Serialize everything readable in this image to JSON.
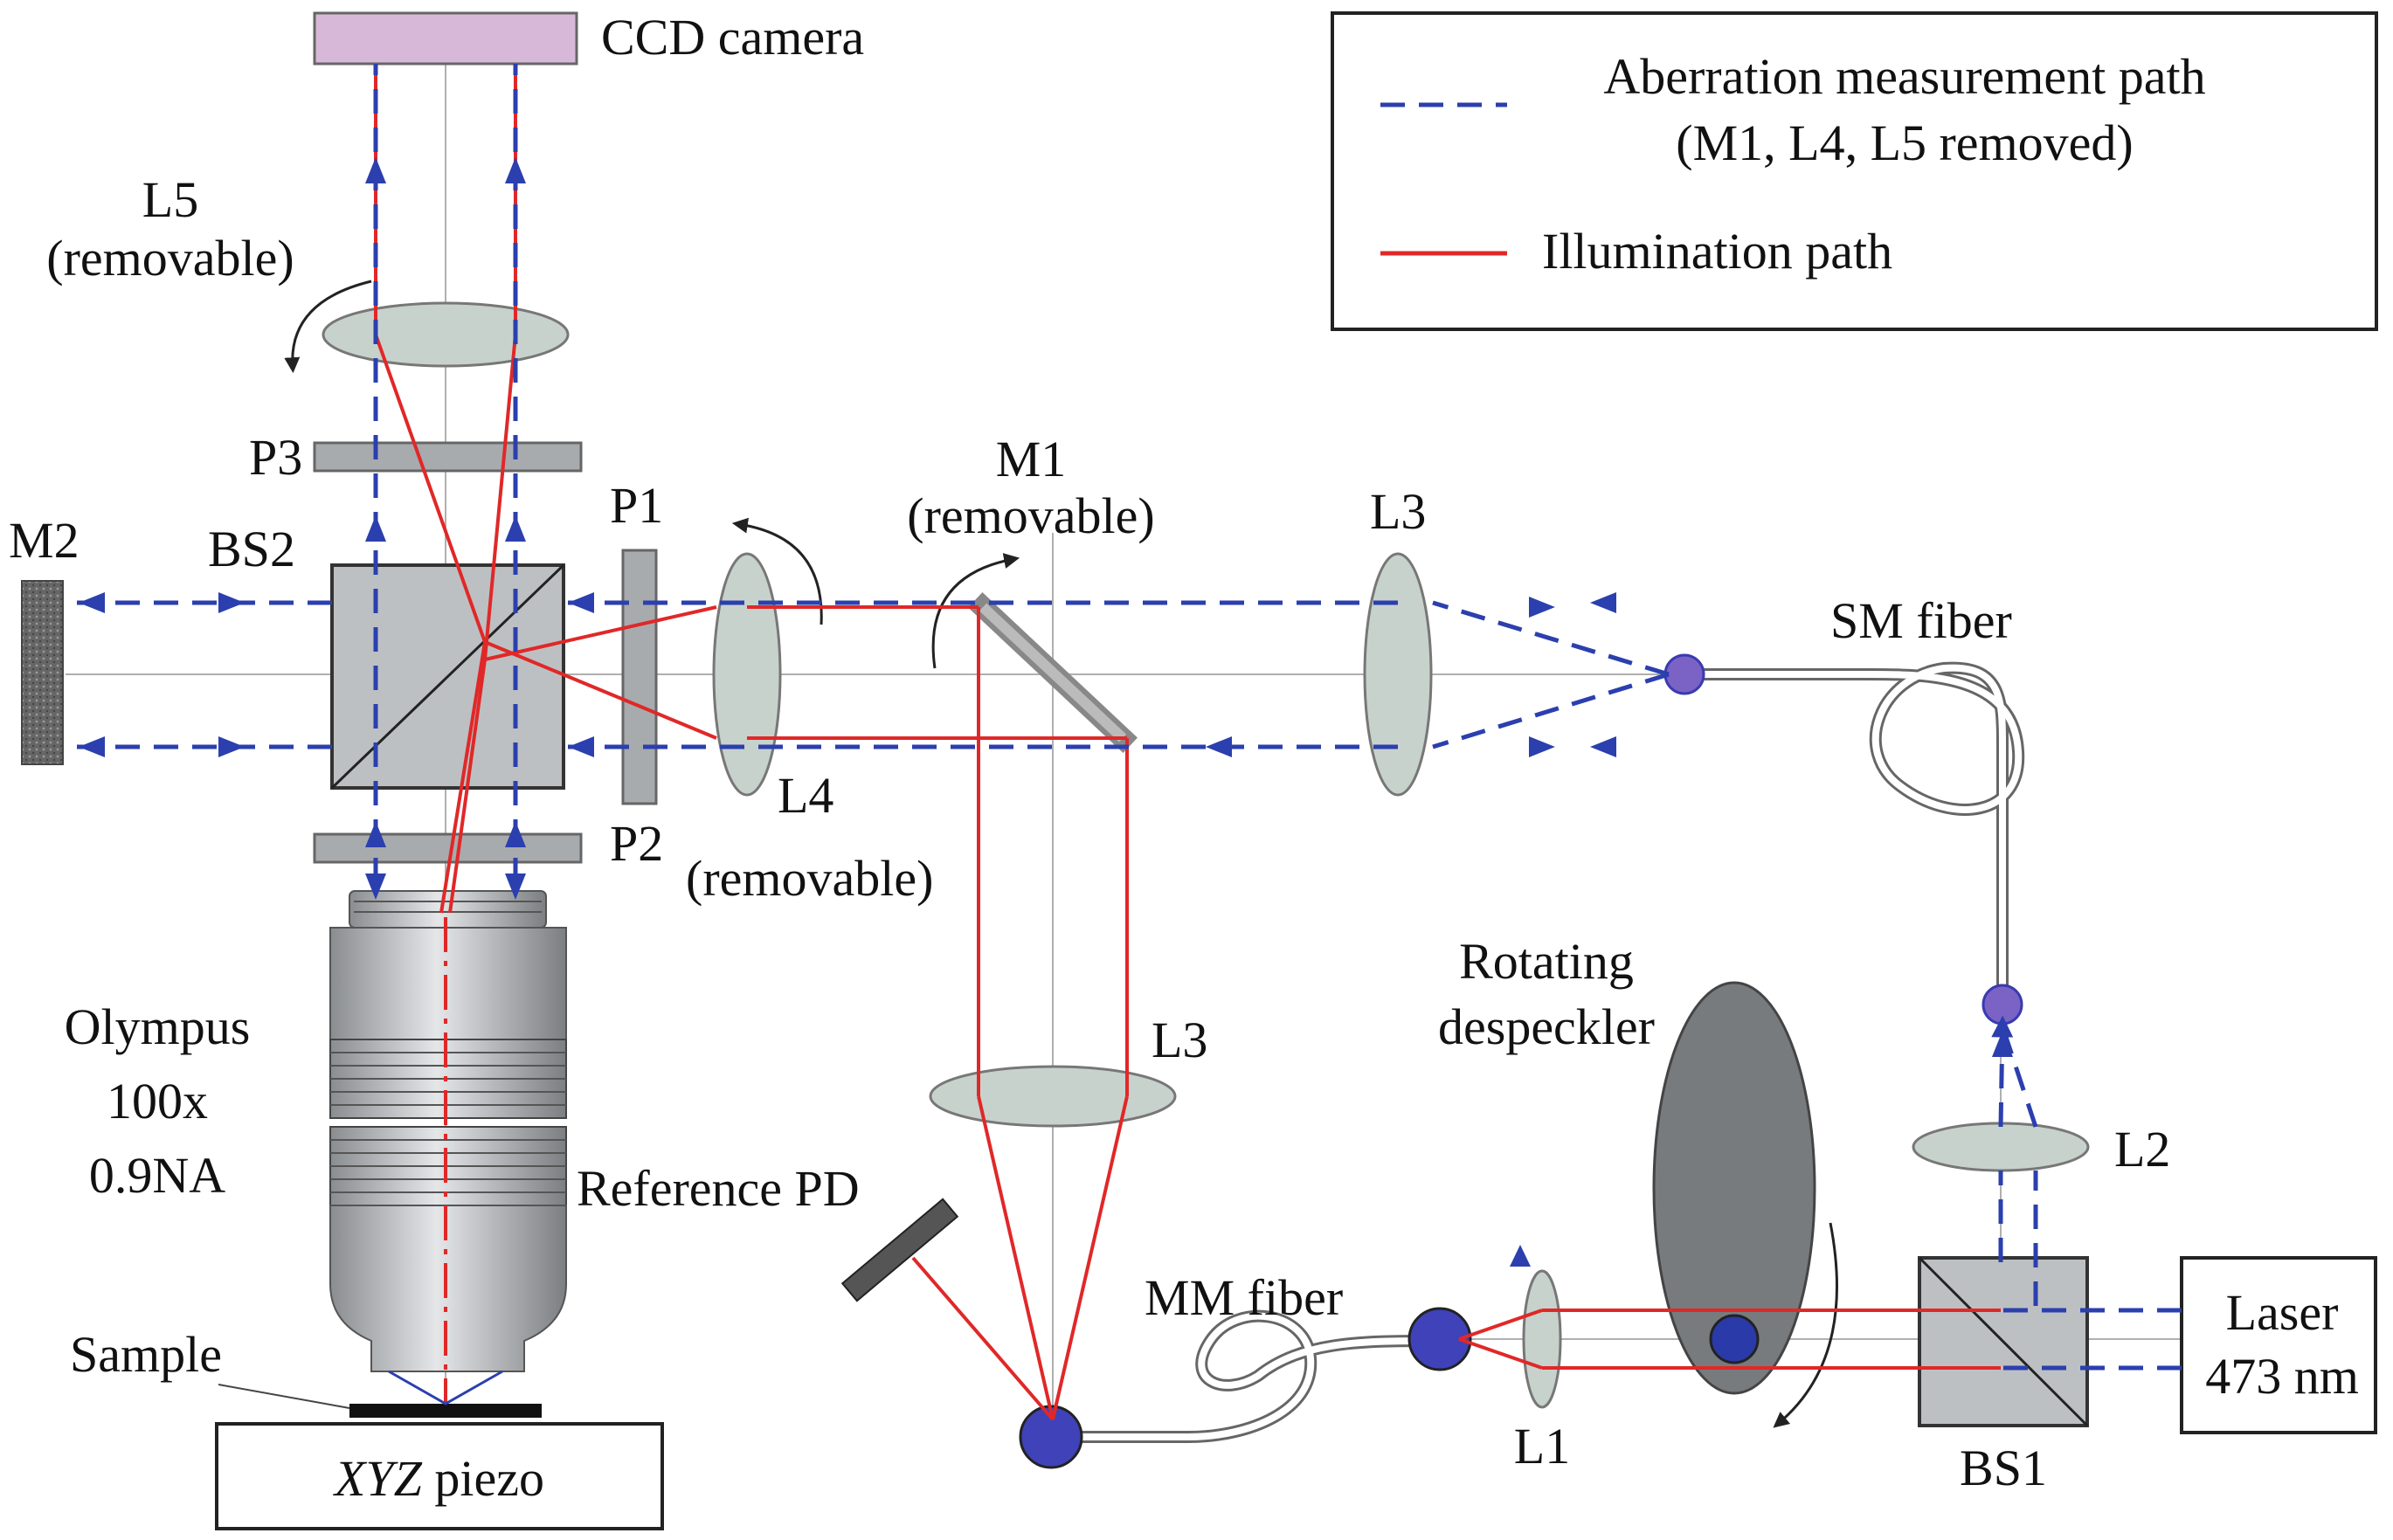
{
  "legend": {
    "measurement_label_1": "Aberration measurement path",
    "measurement_label_2": "(M1, L4, L5 removed)",
    "illumination_label": "Illumination path"
  },
  "labels": {
    "ccd_camera": "CCD camera",
    "l5": "L5",
    "l5_removable": "(removable)",
    "p3": "P3",
    "m2": "M2",
    "bs2": "BS2",
    "p1": "P1",
    "m1": "M1",
    "m1_removable": "(removable)",
    "l3_top": "L3",
    "sm_fiber": "SM fiber",
    "l4": "L4",
    "l4_removable": "(removable)",
    "p2": "P2",
    "olympus_1": "Olympus",
    "olympus_2": "100x",
    "olympus_3": "0.9NA",
    "l3_bottom": "L3",
    "rotating_1": "Rotating",
    "rotating_2": "despeckler",
    "l2": "L2",
    "reference_pd": "Reference PD",
    "mm_fiber": "MM fiber",
    "laser_1": "Laser",
    "laser_2": "473 nm",
    "sample": "Sample",
    "xyz": "XYZ",
    "piezo": " piezo",
    "l1": "L1",
    "bs1": "BS1"
  },
  "colors": {
    "measurement": "#2b3fae",
    "illumination": "#e02828",
    "component_gray": "#a8abad",
    "lens_fill": "#c8d2cc",
    "fiber_node": "#3a3ab0",
    "ccd": "#d8b8d8"
  }
}
